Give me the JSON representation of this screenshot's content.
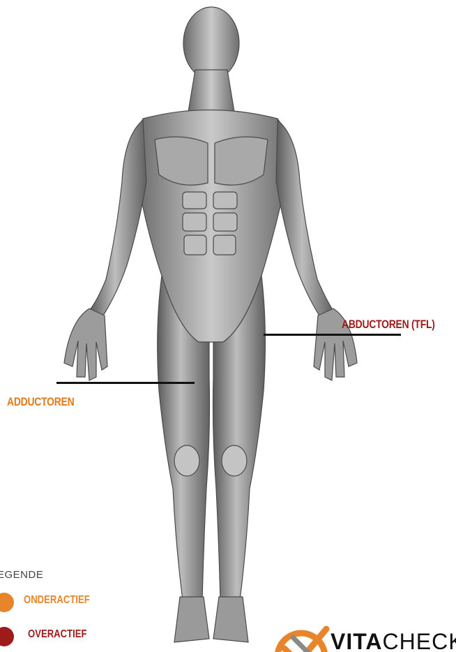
{
  "labels": {
    "adductoren": "ADDUCTOREN",
    "abductoren": "ABDUCTOREN (TFL)"
  },
  "legend": {
    "title": "EGENDE",
    "items": [
      {
        "label": "ONDERACTIEF",
        "color": "#e8842a"
      },
      {
        "label": "OVERACTIEF",
        "color": "#9e1b1b"
      }
    ]
  },
  "logo": {
    "part1": "VITA",
    "part2": "CHECK",
    "mark": "vitacheck-logo-icon"
  },
  "colors": {
    "adductoren": "#e07a1a",
    "abductoren": "#9e1b1b",
    "leader": "#111111",
    "logo_orange": "#e8842a"
  }
}
